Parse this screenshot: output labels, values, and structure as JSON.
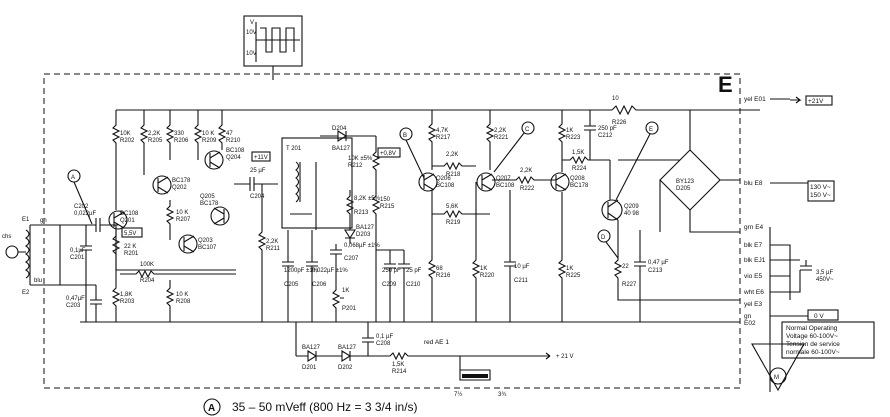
{
  "board_letter": "E",
  "scope_trace": {
    "y_axis": "V",
    "level_top": "10V",
    "level_bottom": "10V"
  },
  "test_points": {
    "A": "A",
    "B": "B",
    "C": "C",
    "D": "D",
    "E": "E"
  },
  "footnote": {
    "marker": "A",
    "text": "35 – 50 mVeff (800 Hz = 3 3/4 in/s)"
  },
  "connectors": {
    "e1": "E1",
    "gn": "gn",
    "e2": "E2",
    "blu": "blu",
    "source": "chs",
    "e01": "yel E01",
    "e8": "blu E8",
    "e4": "grn E4",
    "e7": "blk E7",
    "ej1": "blk EJ1",
    "e5": "vio E5",
    "e6": "wht E6",
    "e3": "yel E3",
    "e02_gn": "gn",
    "e02": "E02",
    "ae1": "red AE 1"
  },
  "rails": {
    "p21v_top": "+21V",
    "ac_input": "130 V~\n150 V~",
    "zero_v": "0 V",
    "p21v_bottom": "+ 21 V"
  },
  "voltage_tags": {
    "v55": "5,5V",
    "v11": "+11V",
    "v08": "+0,8V"
  },
  "operating_note": [
    "Normal Operating",
    "Voltage 60-100V~",
    "Tension de service",
    "normale 60-100V~"
  ],
  "speed_switch": {
    "left": "7½",
    "right": "3¾"
  },
  "motor": "M",
  "components": {
    "C202": "C202",
    "C202v": "0,022µF",
    "C201": "C201",
    "C201v": "0,1µF",
    "C203": "C203",
    "C203v": "0,47µF",
    "R201": "R201",
    "R201v": "22 K",
    "R202": "R202",
    "R202v": "10K",
    "R205": "R205",
    "R205v": "2,2K",
    "R206": "R206",
    "R206v": "330",
    "R209": "R209",
    "R209v": "10 K",
    "R210": "R210",
    "R210v": "47",
    "R207": "R207",
    "R207v": "10 K",
    "R203": "R203",
    "R203v": "1,8K",
    "R208": "R208",
    "R208v": "10 K",
    "R204": "R204",
    "R204v": "100K",
    "Q201": "Q201",
    "Q201t": "BC108",
    "Q202": "Q202",
    "Q202t": "BC178",
    "Q203": "Q203",
    "Q203t": "BC107",
    "Q204": "Q204",
    "Q204t": "BC108",
    "Q205": "Q205",
    "Q205t": "BC178",
    "C204": "C204",
    "C204v": "25 µF",
    "R211": "R211",
    "R211v": "2,2K",
    "T201": "T 201",
    "D204": "D204",
    "D204t": "BA127",
    "R212": "R212",
    "R212v": "10K ±5%",
    "R213": "R213",
    "R213v": "8,2K ±5%",
    "D203": "D203",
    "D203t": "BA127",
    "C207": "C207",
    "C207v": "0,068µF ±1%",
    "C205": "C205",
    "C205v": "1200pF ±1%",
    "C206": "C206",
    "C206v": "0,022µF ±1%",
    "P201": "P201",
    "P201v": "1K",
    "R215": "R215",
    "R215v": "150",
    "C209": "C209",
    "C209v": "250 pF",
    "C210": "C210",
    "C210v": "25 pF",
    "R216": "R216",
    "R216v": "68",
    "R217": "R217",
    "R217v": "4,7K",
    "R218": "R218",
    "R218v": "2,2K",
    "R219": "R219",
    "R219v": "5,6K",
    "Q206": "Q206",
    "Q206t": "BC108",
    "R220": "R220",
    "R220v": "1K",
    "R221": "R221",
    "R221v": "2,2K",
    "Q207": "Q207",
    "Q207t": "BC108",
    "C211": "C211",
    "C211v": "10 µF",
    "R222": "R222",
    "R222v": "2,2K",
    "R223": "R223",
    "R223v": "1K",
    "R224": "R224",
    "R224v": "1,5K",
    "Q208": "Q208",
    "Q208t": "BC178",
    "R225": "R225",
    "R225v": "1K",
    "C212": "C212",
    "C212v": "250 pF",
    "R226": "R226",
    "R226v": "10",
    "Q209": "Q209",
    "Q209t": "40 98",
    "R227": "R227",
    "R227v": "22",
    "C213": "C213",
    "C213v": "0,47 µF",
    "D205": "D205",
    "D205t": "BY123",
    "C3": "3,5 µF",
    "C3v": "450V~",
    "C208": "C208",
    "C208v": "0,1 µF",
    "D201": "D201",
    "D201t": "BA127",
    "D202": "D202",
    "D202t": "BA127",
    "R214": "R214",
    "R214v": "1,5K"
  }
}
